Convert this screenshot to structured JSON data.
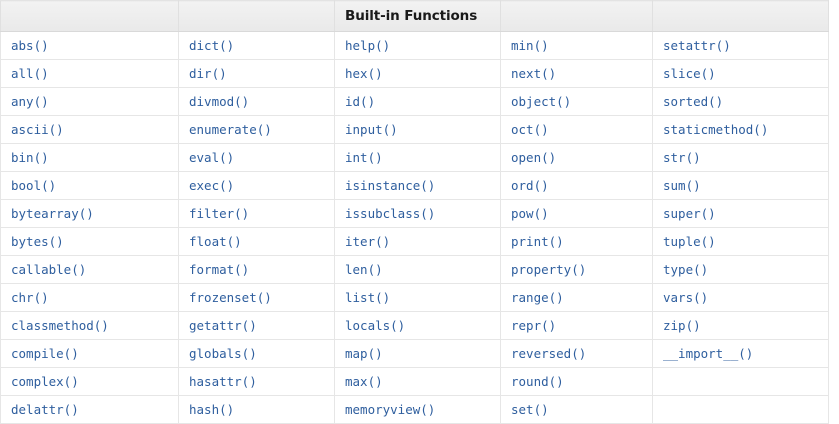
{
  "table": {
    "title": "Built-in Functions",
    "title_column_index": 2,
    "accent_color": "#2e5e9e",
    "header_bg": "#ededed",
    "border_color": "#e6e6e6",
    "column_count": 5,
    "row_count": 14,
    "headers": [
      "",
      "",
      "Built-in Functions",
      "",
      ""
    ],
    "rows": [
      [
        "abs()",
        "dict()",
        "help()",
        "min()",
        "setattr()"
      ],
      [
        "all()",
        "dir()",
        "hex()",
        "next()",
        "slice()"
      ],
      [
        "any()",
        "divmod()",
        "id()",
        "object()",
        "sorted()"
      ],
      [
        "ascii()",
        "enumerate()",
        "input()",
        "oct()",
        "staticmethod()"
      ],
      [
        "bin()",
        "eval()",
        "int()",
        "open()",
        "str()"
      ],
      [
        "bool()",
        "exec()",
        "isinstance()",
        "ord()",
        "sum()"
      ],
      [
        "bytearray()",
        "filter()",
        "issubclass()",
        "pow()",
        "super()"
      ],
      [
        "bytes()",
        "float()",
        "iter()",
        "print()",
        "tuple()"
      ],
      [
        "callable()",
        "format()",
        "len()",
        "property()",
        "type()"
      ],
      [
        "chr()",
        "frozenset()",
        "list()",
        "range()",
        "vars()"
      ],
      [
        "classmethod()",
        "getattr()",
        "locals()",
        "repr()",
        "zip()"
      ],
      [
        "compile()",
        "globals()",
        "map()",
        "reversed()",
        "__import__()"
      ],
      [
        "complex()",
        "hasattr()",
        "max()",
        "round()",
        ""
      ],
      [
        "delattr()",
        "hash()",
        "memoryview()",
        "set()",
        ""
      ]
    ]
  }
}
